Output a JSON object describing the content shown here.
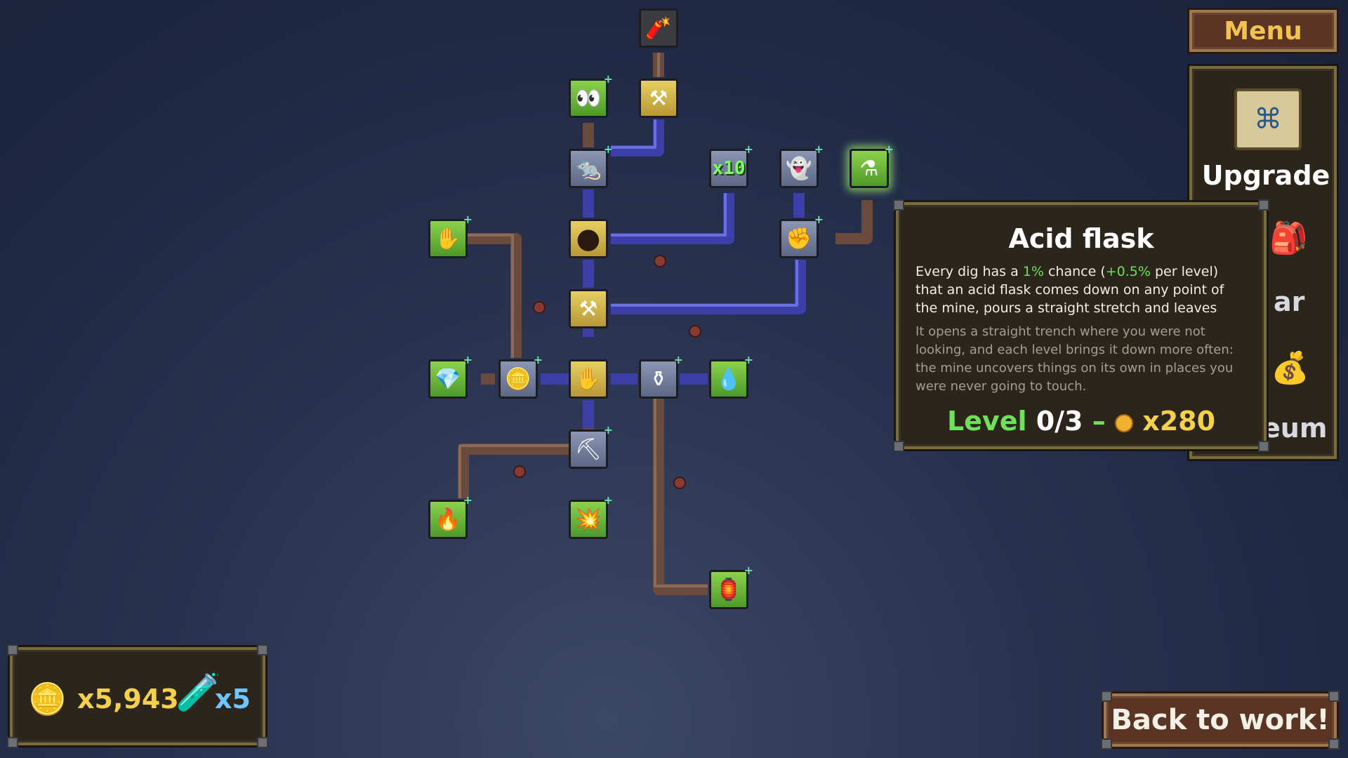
{
  "menu": {
    "label": "Menu"
  },
  "side_panel": {
    "items": [
      {
        "label": "Upgrade",
        "icon": "scroll-map-icon"
      },
      {
        "label": "ar",
        "icon": "bag-shovel-icon"
      },
      {
        "label": "eum",
        "icon": "sack-icon"
      }
    ]
  },
  "tooltip": {
    "title": "Acid flask",
    "desc_parts": [
      "Every dig has a ",
      "1%",
      " chance (",
      "+0.5%",
      " per level) that an acid flask comes down on any point of the mine, pours a straight stretch and leaves"
    ],
    "lore": "It opens a straight trench where you were not looking, and each level brings it down more often: the mine uncovers things on its own in places you were never going to touch.",
    "level_label": "Level",
    "level_value": "0/3",
    "separator": "–",
    "cost": "x280"
  },
  "resources": {
    "coins": "x5,943",
    "potions": "x5"
  },
  "back_button": {
    "label": "Back to work!"
  },
  "colors": {
    "gold_text": "#f5d04a",
    "potion_text": "#6fc6ff",
    "level_green": "#6fe05a",
    "menu_text": "#f2c250"
  },
  "tree_nodes": [
    {
      "id": "dynamite",
      "style": "dark",
      "icon": "🧨"
    },
    {
      "id": "mole-shadow",
      "style": "green",
      "icon": "👀"
    },
    {
      "id": "shovel-top",
      "style": "gold",
      "icon": "⚒"
    },
    {
      "id": "mole",
      "style": "gray",
      "icon": "🐀"
    },
    {
      "id": "x10",
      "style": "gray",
      "icon": "x10"
    },
    {
      "id": "ghost-shovel",
      "style": "gray",
      "icon": "👻"
    },
    {
      "id": "acid-flask",
      "style": "green",
      "icon": "⚗"
    },
    {
      "id": "golden-hand",
      "style": "green",
      "icon": "✋"
    },
    {
      "id": "hole",
      "style": "gold",
      "icon": "●"
    },
    {
      "id": "fist",
      "style": "gray",
      "icon": "✊"
    },
    {
      "id": "shovel-mid",
      "style": "gold",
      "icon": "⚒"
    },
    {
      "id": "crystal",
      "style": "green",
      "icon": "💎"
    },
    {
      "id": "gold-ore",
      "style": "gray",
      "icon": "🪙"
    },
    {
      "id": "hand",
      "style": "gold",
      "icon": "✋"
    },
    {
      "id": "flask-armor",
      "style": "gray",
      "icon": "⚱"
    },
    {
      "id": "water-drop",
      "style": "green",
      "icon": "💧"
    },
    {
      "id": "pickaxe",
      "style": "gray",
      "icon": "⛏"
    },
    {
      "id": "fire-hand",
      "style": "green",
      "icon": "🔥"
    },
    {
      "id": "explosion",
      "style": "green",
      "icon": "💥"
    },
    {
      "id": "lantern",
      "style": "green",
      "icon": "🏮"
    }
  ]
}
